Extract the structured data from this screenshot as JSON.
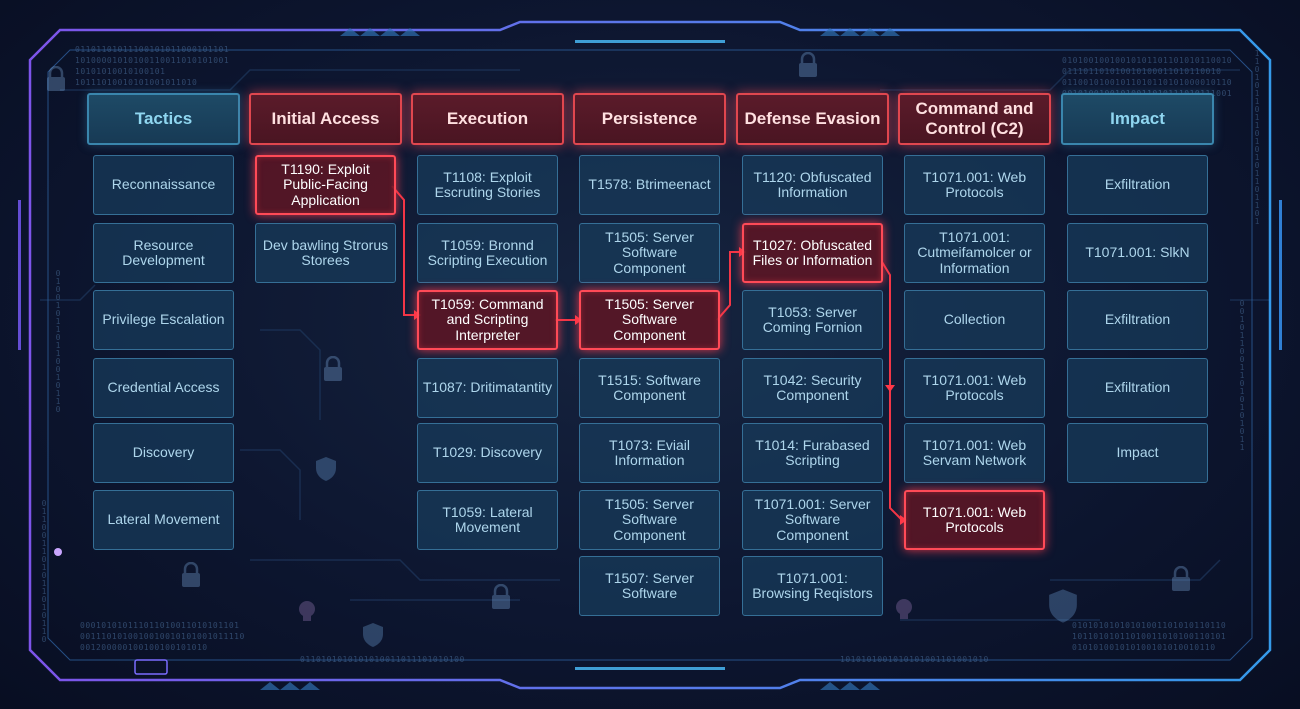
{
  "colors": {
    "accent_red": "#ff4a57",
    "accent_blue": "#3a86ad",
    "background": "#0d1630"
  },
  "columns": [
    {
      "header": "Tactics",
      "highlight": false,
      "cells": [
        {
          "label": "Reconnaissance",
          "highlight": false
        },
        {
          "label": "Resource Development",
          "highlight": false
        },
        {
          "label": "Privilege Escalation",
          "highlight": false
        },
        {
          "label": "Credential Access",
          "highlight": false
        },
        {
          "label": "Discovery",
          "highlight": false
        },
        {
          "label": "Lateral Movement",
          "highlight": false
        }
      ]
    },
    {
      "header": "Initial Access",
      "highlight": true,
      "cells": [
        {
          "label": "T1190: Exploit Public-Facing Application",
          "highlight": true
        },
        {
          "label": "Dev bawling Strorus Storees",
          "highlight": false
        }
      ]
    },
    {
      "header": "Execution",
      "highlight": true,
      "cells": [
        {
          "label": "T1108: Exploit Escruting Stories",
          "highlight": false
        },
        {
          "label": "T1059: Bronnd Scripting Execution",
          "highlight": false
        },
        {
          "label": "T1059: Command and Scripting Interpreter",
          "highlight": true
        },
        {
          "label": "T1087: Dritimatantity",
          "highlight": false
        },
        {
          "label": "T1029: Discovery",
          "highlight": false
        },
        {
          "label": "T1059: Lateral Movement",
          "highlight": false
        }
      ]
    },
    {
      "header": "Persistence",
      "highlight": true,
      "cells": [
        {
          "label": "T1578: Btrimeenact",
          "highlight": false
        },
        {
          "label": "T1505: Server Software Component",
          "highlight": false
        },
        {
          "label": "T1505: Server Software Component",
          "highlight": true
        },
        {
          "label": "T1515: Software Component",
          "highlight": false
        },
        {
          "label": "T1073: Eviail Information",
          "highlight": false
        },
        {
          "label": "T1505: Server Software Component",
          "highlight": false
        },
        {
          "label": "T1507: Server Software",
          "highlight": false
        }
      ]
    },
    {
      "header": "Defense Evasion",
      "highlight": true,
      "cells": [
        {
          "label": "T1120: Obfuscated Information",
          "highlight": false
        },
        {
          "label": "T1027: Obfuscated Files or Information",
          "highlight": true
        },
        {
          "label": "T1053: Server Coming Fornion",
          "highlight": false
        },
        {
          "label": "T1042: Security Component",
          "highlight": false
        },
        {
          "label": "T1014: Furabased Scripting",
          "highlight": false
        },
        {
          "label": "T1071.001: Server Software Component",
          "highlight": false
        },
        {
          "label": "T1071.001: Browsing Reqistors",
          "highlight": false
        }
      ]
    },
    {
      "header": "Command and Control (C2)",
      "highlight": true,
      "cells": [
        {
          "label": "T1071.001: Web Protocols",
          "highlight": false
        },
        {
          "label": "T1071.001: Cutmeifamolcer or Information",
          "highlight": false
        },
        {
          "label": "Collection",
          "highlight": false
        },
        {
          "label": "T1071.001: Web Protocols",
          "highlight": false
        },
        {
          "label": "T1071.001: Web Servam Network",
          "highlight": false
        },
        {
          "label": "T1071.001: Web Protocols",
          "highlight": true
        }
      ]
    },
    {
      "header": "Impact",
      "highlight": false,
      "cells": [
        {
          "label": "Exfiltration",
          "highlight": false
        },
        {
          "label": "T1071.001: SlkN",
          "highlight": false
        },
        {
          "label": "Exfiltration",
          "highlight": false
        },
        {
          "label": "Exfiltration",
          "highlight": false
        },
        {
          "label": "Impact",
          "highlight": false
        }
      ]
    }
  ],
  "binary": {
    "top_left": "01101101011100101011000101101\n10100001010100110011010101001\n10101010010100101\n10111010010101001011010",
    "top_right": "01010010010010101101101010110010\n011101101010010100011010110010\n01100101001011010110101000010110\n00101001001010011010111010111001",
    "bottom_left": "000101010111011010011010101101\n0011101010010010010101001011110\n001200000100100100101010",
    "bottom_right": "01010101010101001101010110110\n10110101011010011010100110101\n010101001010100101010010110",
    "bottom_center": "0110101010101010011011101010100",
    "bottom_center_right": "1010101001010101001101001010",
    "left_vertical_1": "010010110110010110",
    "left_vertical_2": "011001101011010110",
    "right_vertical_1": "1101011011010101101101",
    "right_vertical_2": "0010110011010101011"
  }
}
